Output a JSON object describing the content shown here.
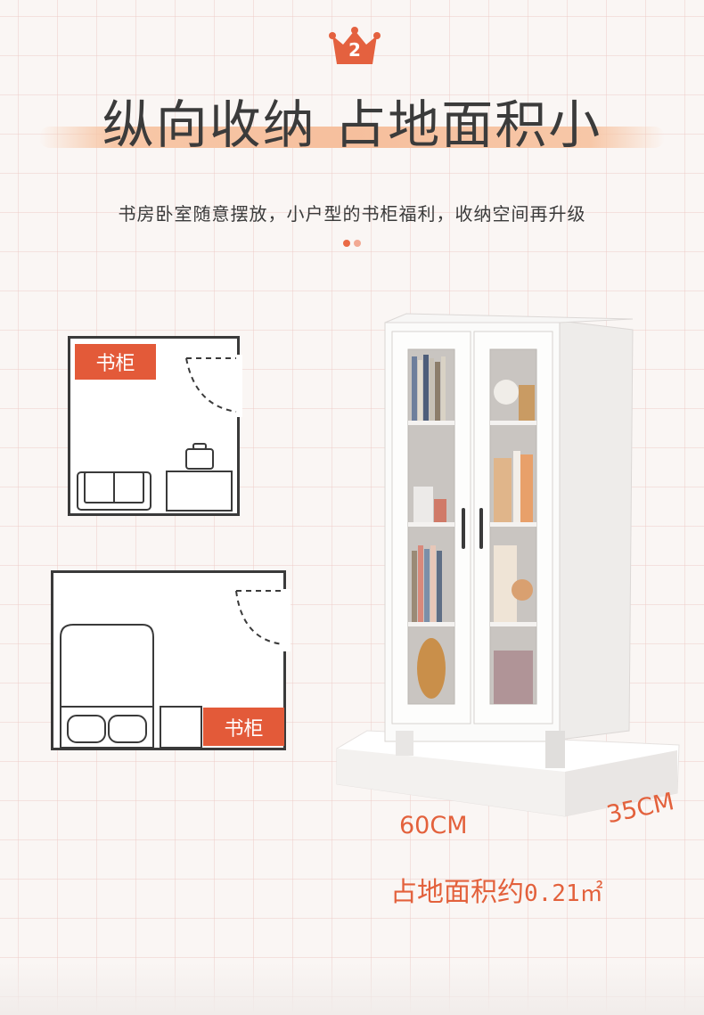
{
  "badge": {
    "number": "2",
    "icon": "crown-icon",
    "color": "#e4613f"
  },
  "header": {
    "title": "纵向收纳 占地面积小",
    "subtitle": "书房卧室随意摆放，小户型的书柜福利，收纳空间再升级"
  },
  "floor_plans": {
    "study": {
      "tag_label": "书柜"
    },
    "bedroom": {
      "tag_label": "书柜"
    }
  },
  "dimensions": {
    "width_label": "60CM",
    "depth_label": "35CM",
    "area_label": "占地面积约",
    "area_value": "0.21㎡"
  },
  "colors": {
    "accent": "#e35a39",
    "highlight": "#f6bf9d",
    "text": "#3b3b3b"
  }
}
